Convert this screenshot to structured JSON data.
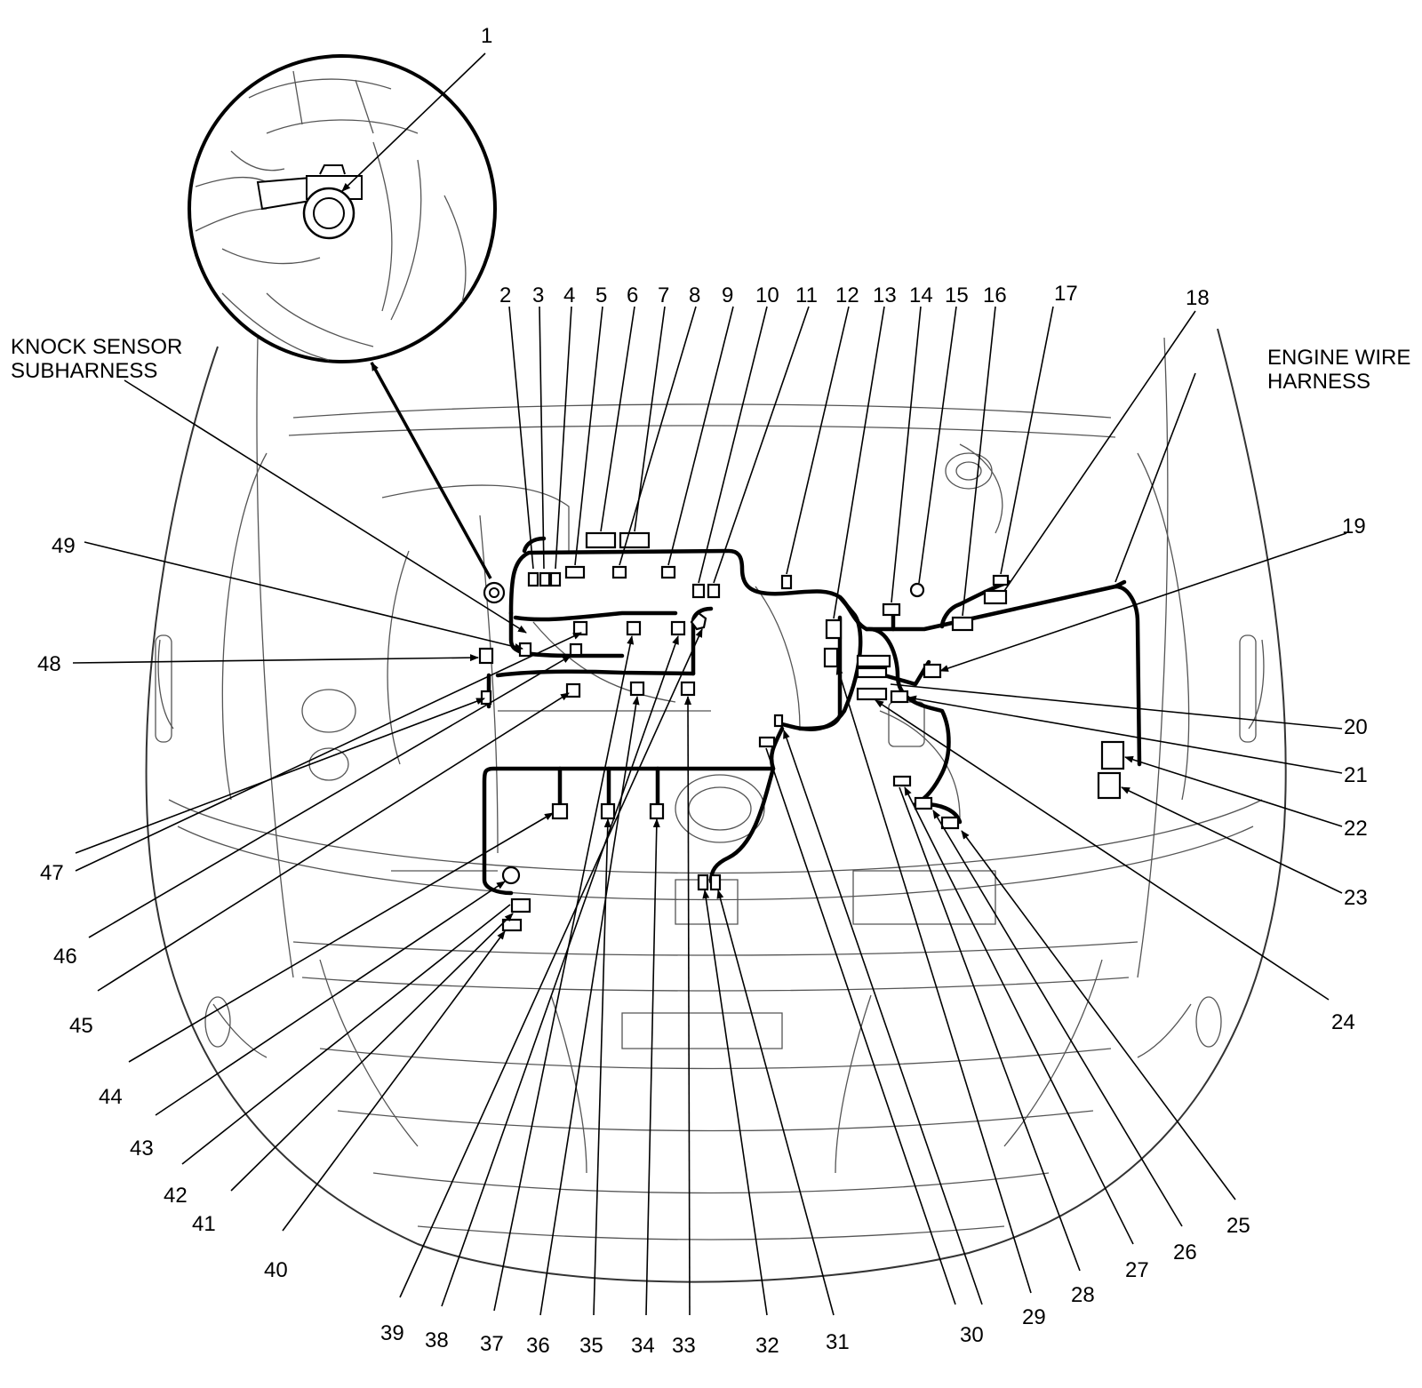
{
  "labels": {
    "knock_line1": "KNOCK SENSOR",
    "knock_line2": "SUBHARNESS",
    "engine_line1": "ENGINE WIRE",
    "engine_line2": "HARNESS"
  },
  "callouts": [
    {
      "n": "1"
    },
    {
      "n": "2"
    },
    {
      "n": "3"
    },
    {
      "n": "4"
    },
    {
      "n": "5"
    },
    {
      "n": "6"
    },
    {
      "n": "7"
    },
    {
      "n": "8"
    },
    {
      "n": "9"
    },
    {
      "n": "10"
    },
    {
      "n": "11"
    },
    {
      "n": "12"
    },
    {
      "n": "13"
    },
    {
      "n": "14"
    },
    {
      "n": "15"
    },
    {
      "n": "16"
    },
    {
      "n": "17"
    },
    {
      "n": "18"
    },
    {
      "n": "19"
    },
    {
      "n": "20"
    },
    {
      "n": "21"
    },
    {
      "n": "22"
    },
    {
      "n": "23"
    },
    {
      "n": "24"
    },
    {
      "n": "25"
    },
    {
      "n": "26"
    },
    {
      "n": "27"
    },
    {
      "n": "28"
    },
    {
      "n": "29"
    },
    {
      "n": "30"
    },
    {
      "n": "31"
    },
    {
      "n": "32"
    },
    {
      "n": "33"
    },
    {
      "n": "34"
    },
    {
      "n": "35"
    },
    {
      "n": "36"
    },
    {
      "n": "37"
    },
    {
      "n": "38"
    },
    {
      "n": "39"
    },
    {
      "n": "40"
    },
    {
      "n": "41"
    },
    {
      "n": "42"
    },
    {
      "n": "43"
    },
    {
      "n": "44"
    },
    {
      "n": "45"
    },
    {
      "n": "46"
    },
    {
      "n": "47"
    },
    {
      "n": "48"
    },
    {
      "n": "49"
    }
  ]
}
